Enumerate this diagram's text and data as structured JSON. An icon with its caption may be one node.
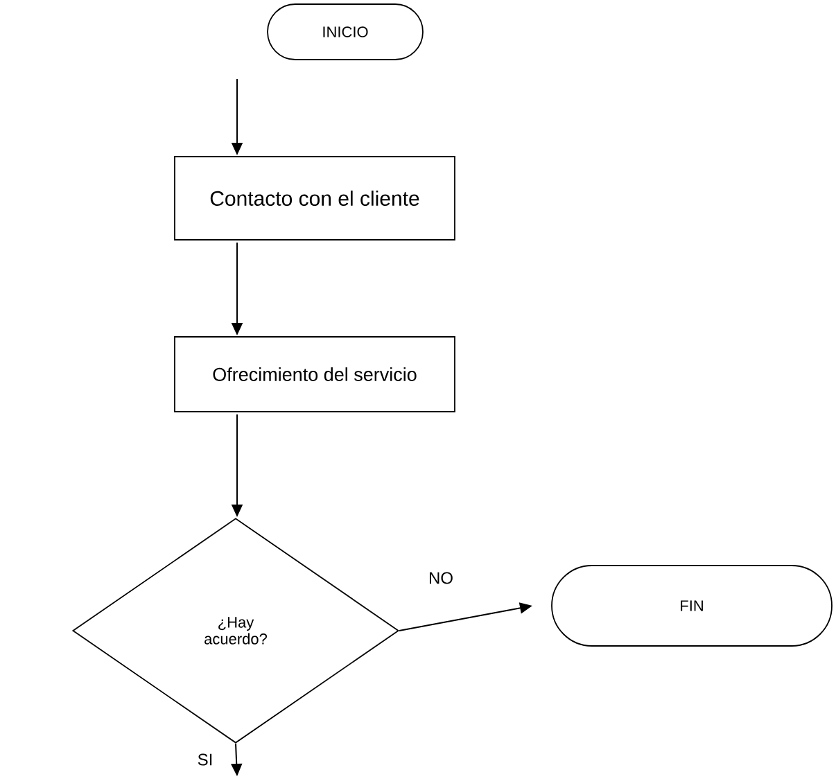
{
  "diagram": {
    "nodes": [
      {
        "text": [
          "INICIO"
        ]
      },
      {
        "text": [
          "Contacto con el cliente"
        ]
      },
      {
        "text": [
          "Ofrecimiento del servicio"
        ]
      },
      {
        "text": [
          "¿Hay acuerdo?"
        ]
      },
      {
        "text": [
          "FIN"
        ]
      }
    ],
    "edges": [
      {
        "from": 0,
        "to": 1,
        "arrow": "to"
      },
      {
        "from": 1,
        "to": 2,
        "arrow": "to"
      },
      {
        "from": 2,
        "to": 3,
        "arrow": "to"
      },
      {
        "from": 3,
        "to": 4,
        "arrow": "to",
        "label": "NO"
      },
      {
        "from": 3,
        "to": null,
        "arrow": "to",
        "label": "SI"
      }
    ]
  }
}
